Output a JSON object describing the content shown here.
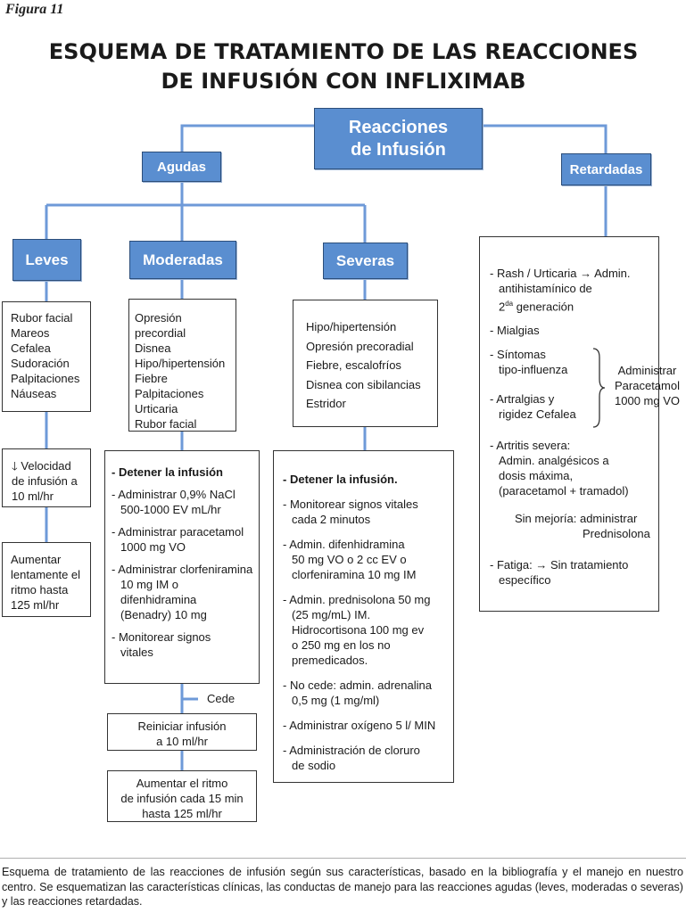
{
  "figure_label": "Figura 11",
  "title": {
    "line1": "ESQUEMA DE TRATAMIENTO DE LAS REACCIONES",
    "line2": "DE INFUSIÓN CON INFLIXIMAB"
  },
  "colors": {
    "box_fill": "#5a8ed0",
    "box_border": "#2c4e7a",
    "connector": "#6e9ad8"
  },
  "root": {
    "line1": "Reacciones",
    "line2": "de Infusión"
  },
  "agudas": "Agudas",
  "retardadas": "Retardadas",
  "leves": {
    "label": "Leves",
    "symptoms": [
      "Rubor facial",
      "Mareos",
      "Cefalea",
      "Sudoración",
      "Palpitaciones",
      "Náuseas"
    ],
    "step1": {
      "arrow": "🡓",
      "line1": "Velocidad",
      "line2": "de infusión a",
      "line3": "10 ml/hr"
    },
    "step2": [
      "Aumentar",
      "lentamente el",
      "ritmo hasta",
      "125 ml/hr"
    ]
  },
  "moderadas": {
    "label": "Moderadas",
    "symptoms": [
      "Opresión precordial",
      "Disnea",
      "Hipo/hipertensión",
      "Fiebre",
      "Palpitaciones",
      "Urticaria",
      "Rubor facial"
    ],
    "steps": [
      {
        "bold": "Detener la infusión"
      },
      {
        "line1": "Administrar 0,9% NaCl",
        "line2": "500-1000 EV mL/hr"
      },
      {
        "line1": "Administrar paracetamol",
        "line2": "1000 mg VO"
      },
      {
        "line1": "Administrar clorfeniramina",
        "line2": "10 mg IM o",
        "line3": "difenhidramina",
        "line4": "(Benadry) 10 mg"
      },
      {
        "line1": "Monitorear signos",
        "line2": "vitales"
      }
    ],
    "cede": "Cede",
    "reiniciar": {
      "line1": "Reiniciar infusión",
      "line2": "a 10 ml/hr"
    },
    "aumentar": {
      "line1": "Aumentar el ritmo",
      "line2": "de infusión cada 15 min",
      "line3": "hasta 125 ml/hr"
    }
  },
  "severas": {
    "label": "Severas",
    "symptoms": [
      "Hipo/hipertensión",
      "Opresión precoradial",
      "Fiebre, escalofríos",
      "Disnea con sibilancias",
      "Estridor"
    ],
    "steps": [
      {
        "bold": "Detener la infusión."
      },
      {
        "line1": "Monitorear signos vitales",
        "line2": "cada 2 minutos"
      },
      {
        "line1": "Admin. difenhidramina",
        "line2": "50 mg VO o 2 cc EV o",
        "line3": "clorfeniramina 10 mg IM"
      },
      {
        "line1": "Admin. prednisolona 50 mg",
        "line2": "(25 mg/mL) IM.",
        "line3": "Hidrocortisona 100 mg ev",
        "line4": "o 250 mg en los no",
        "line5": "premedicados."
      },
      {
        "line1": "No cede: admin. adrenalina",
        "line2": "0,5 mg (1 mg/ml)"
      },
      {
        "line1": "Administrar oxígeno 5 l/ MIN"
      },
      {
        "line1": "Administración de cloruro",
        "line2": "de sodio"
      }
    ]
  },
  "ret": {
    "rash": {
      "line1": "Rash / Urticaria",
      "arrow": "→",
      "line1b": "Admin.",
      "line2": "antihistamínico de",
      "line3a": "2",
      "line3sup": "da",
      "line3b": " generación"
    },
    "mialgias": "- Mialgias",
    "sintomas": {
      "line1": "- Síntomas",
      "line2": "tipo-influenza"
    },
    "artralgias": {
      "line1": "- Artralgias y",
      "line2": "rigidez Cefalea"
    },
    "brace_text": {
      "line1": "Administrar",
      "line2": "Paracetamol",
      "line3": "1000 mg VO"
    },
    "artritis": {
      "line1": "- Artritis severa:",
      "line2": "Admin. analgésicos a",
      "line3": "dosis máxima,",
      "line4": "(paracetamol + tramadol)"
    },
    "sin_mejoria": {
      "line1": "Sin mejoría: administrar",
      "line2": "Prednisolona"
    },
    "fatiga": {
      "line1": "- Fatiga:",
      "arrow": "→",
      "line1b": "Sin tratamiento",
      "line2": "específico"
    }
  },
  "caption": "Esquema de tratamiento de las reacciones de infusión según sus características, basado en la bibliografía y el manejo en nuestro centro. Se esquematizan las características clínicas, las conductas de manejo para las reacciones agudas (leves, moderadas o severas) y las reacciones retardadas."
}
